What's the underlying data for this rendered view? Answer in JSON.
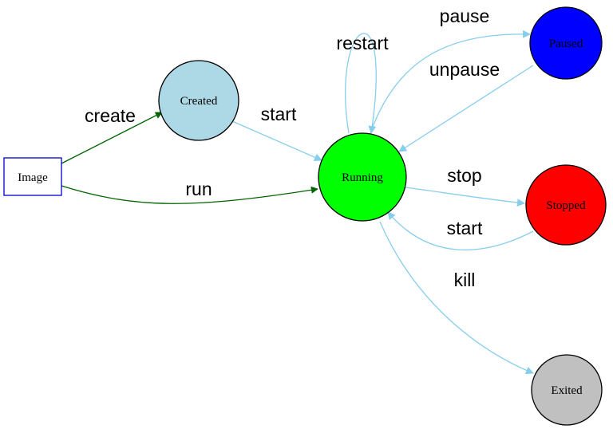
{
  "colors": {
    "background": "#ffffff",
    "created_fill": "#add8e6",
    "running_fill": "#00ff00",
    "paused_fill": "#0000ff",
    "stopped_fill": "#ff0000",
    "exited_fill": "#c0c0c0",
    "image_border": "#0000cd",
    "create_run_edge": "#006400",
    "state_edge": "#87ceeb"
  },
  "nodes": {
    "image": "Image",
    "created": "Created",
    "running": "Running",
    "paused": "Paused",
    "stopped": "Stopped",
    "exited": "Exited"
  },
  "edges": {
    "create": "create",
    "run": "run",
    "start_created": "start",
    "restart": "restart",
    "pause": "pause",
    "unpause": "unpause",
    "stop": "stop",
    "start_stopped": "start",
    "kill": "kill"
  }
}
